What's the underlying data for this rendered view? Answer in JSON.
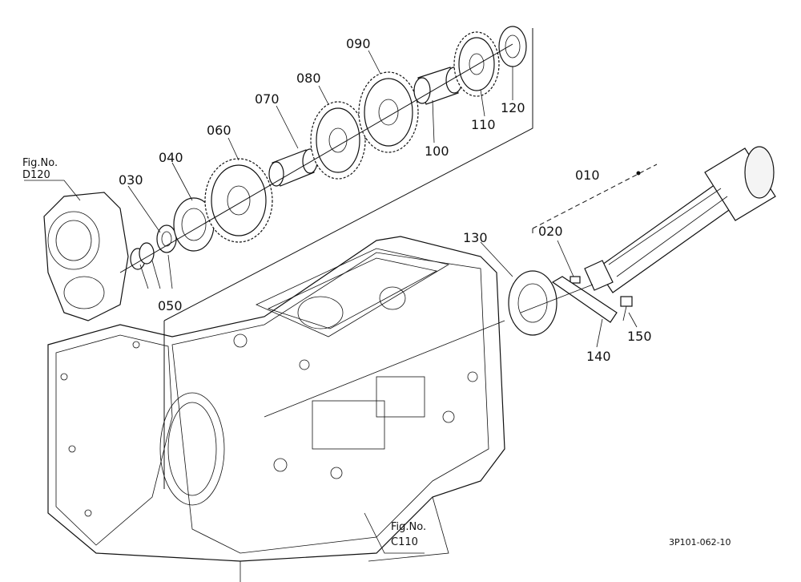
{
  "callouts": {
    "p010": "010",
    "p020": "020",
    "p030": "030",
    "p040": "040",
    "p050": "050",
    "p060": "060",
    "p070": "070",
    "p080": "080",
    "p090": "090",
    "p100": "100",
    "p110": "110",
    "p120": "120",
    "p130": "130",
    "p140": "140",
    "p150": "150"
  },
  "refs": {
    "d120_label": "Fig.No.",
    "d120_code": "D120",
    "c110_label": "Fig.No.",
    "c110_code": "C110"
  },
  "drawing_code": "3P101-062-10"
}
